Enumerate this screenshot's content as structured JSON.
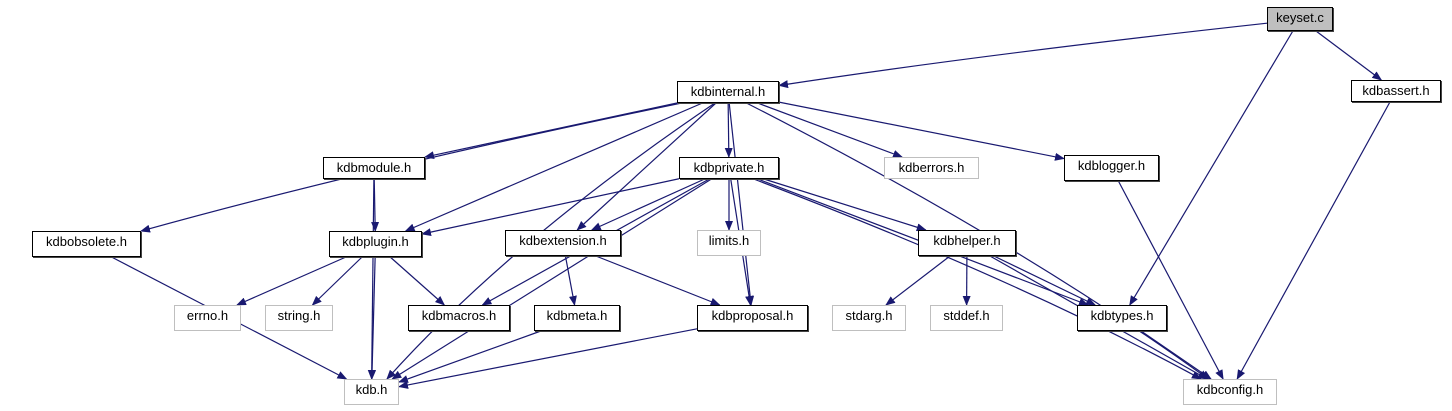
{
  "graph": {
    "edge_color": "#191970",
    "nodes": {
      "keyset_c": {
        "label": "keyset.c",
        "kind": "root"
      },
      "kdbinternal": {
        "label": "kdbinternal.h",
        "kind": "documented"
      },
      "kdbassert": {
        "label": "kdbassert.h",
        "kind": "documented"
      },
      "kdbmodule": {
        "label": "kdbmodule.h",
        "kind": "documented"
      },
      "kdbprivate": {
        "label": "kdbprivate.h",
        "kind": "documented"
      },
      "kdberrors": {
        "label": "kdberrors.h",
        "kind": "external"
      },
      "kdblogger": {
        "label": "kdblogger.h",
        "kind": "documented"
      },
      "kdbobsolete": {
        "label": "kdbobsolete.h",
        "kind": "documented"
      },
      "kdbplugin": {
        "label": "kdbplugin.h",
        "kind": "documented"
      },
      "kdbextension": {
        "label": "kdbextension.h",
        "kind": "documented"
      },
      "limits": {
        "label": "limits.h",
        "kind": "external"
      },
      "kdbhelper": {
        "label": "kdbhelper.h",
        "kind": "documented"
      },
      "errno": {
        "label": "errno.h",
        "kind": "external"
      },
      "string": {
        "label": "string.h",
        "kind": "external"
      },
      "kdbmacros": {
        "label": "kdbmacros.h",
        "kind": "documented"
      },
      "kdbmeta": {
        "label": "kdbmeta.h",
        "kind": "documented"
      },
      "kdbproposal": {
        "label": "kdbproposal.h",
        "kind": "documented"
      },
      "stdarg": {
        "label": "stdarg.h",
        "kind": "external"
      },
      "stddef": {
        "label": "stddef.h",
        "kind": "external"
      },
      "kdbtypes": {
        "label": "kdbtypes.h",
        "kind": "documented"
      },
      "kdb": {
        "label": "kdb.h",
        "kind": "external"
      },
      "kdbconfig": {
        "label": "kdbconfig.h",
        "kind": "external"
      }
    },
    "edges": [
      [
        "keyset_c",
        "kdbinternal"
      ],
      [
        "keyset_c",
        "kdbassert"
      ],
      [
        "keyset_c",
        "kdbtypes"
      ],
      [
        "kdbinternal",
        "kdbmodule"
      ],
      [
        "kdbinternal",
        "kdbprivate"
      ],
      [
        "kdbinternal",
        "kdberrors"
      ],
      [
        "kdbinternal",
        "kdblogger"
      ],
      [
        "kdbinternal",
        "kdbobsolete"
      ],
      [
        "kdbinternal",
        "kdbplugin"
      ],
      [
        "kdbinternal",
        "kdbextension"
      ],
      [
        "kdbinternal",
        "kdbproposal"
      ],
      [
        "kdbinternal",
        "kdb"
      ],
      [
        "kdbinternal",
        "kdbconfig"
      ],
      [
        "kdbassert",
        "kdbconfig"
      ],
      [
        "kdbmodule",
        "kdbplugin"
      ],
      [
        "kdbmodule",
        "kdb"
      ],
      [
        "kdbprivate",
        "kdbplugin"
      ],
      [
        "kdbprivate",
        "kdbextension"
      ],
      [
        "kdbprivate",
        "limits"
      ],
      [
        "kdbprivate",
        "kdbhelper"
      ],
      [
        "kdbprivate",
        "kdbmacros"
      ],
      [
        "kdbprivate",
        "kdbproposal"
      ],
      [
        "kdbprivate",
        "kdbtypes"
      ],
      [
        "kdbprivate",
        "kdbconfig"
      ],
      [
        "kdbprivate",
        "kdb"
      ],
      [
        "kdblogger",
        "kdbconfig"
      ],
      [
        "kdbobsolete",
        "kdb"
      ],
      [
        "kdbplugin",
        "errno"
      ],
      [
        "kdbplugin",
        "string"
      ],
      [
        "kdbplugin",
        "kdbmacros"
      ],
      [
        "kdbplugin",
        "kdb"
      ],
      [
        "kdbextension",
        "kdbmeta"
      ],
      [
        "kdbextension",
        "kdbproposal"
      ],
      [
        "kdbhelper",
        "stdarg"
      ],
      [
        "kdbhelper",
        "stddef"
      ],
      [
        "kdbhelper",
        "kdbtypes"
      ],
      [
        "kdbhelper",
        "kdbconfig"
      ],
      [
        "kdbmeta",
        "kdb"
      ],
      [
        "kdbproposal",
        "kdb"
      ],
      [
        "kdbtypes",
        "kdbconfig"
      ]
    ]
  }
}
